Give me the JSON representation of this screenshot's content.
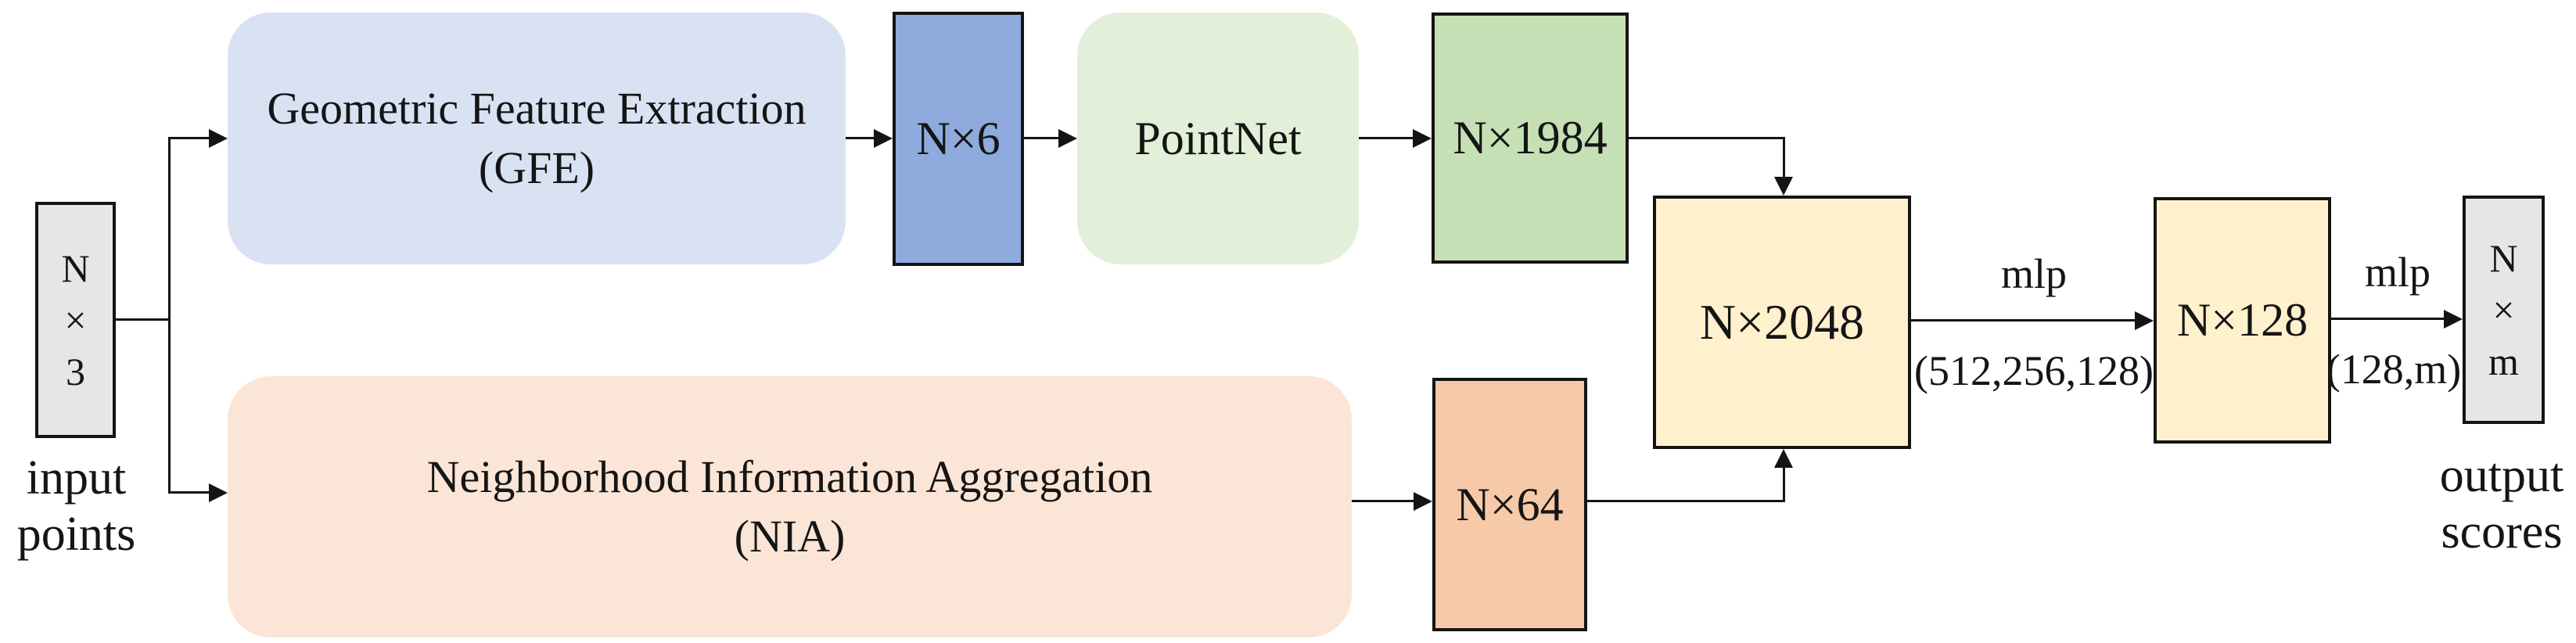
{
  "figure": {
    "kind": "point-cloud network architecture flow diagram",
    "background": "#ffffff"
  },
  "colors": {
    "line": "#141414",
    "box_border": "#141414",
    "tensor_gray": "#e7e6e6",
    "gfe_light_blue": "#d9e2f3",
    "nx6_blue": "#8faadc",
    "pointnet_light_green": "#e2efd9",
    "nx1984_green": "#c5e0b4",
    "nia_light_peach": "#fbe5d6",
    "nx64_orange": "#f6c9a8",
    "fusion_yellow": "#fff1cd"
  },
  "nodes": {
    "input_tensor": {
      "lines": [
        "N",
        "×",
        "3"
      ]
    },
    "input_caption": {
      "line1": "input",
      "line2": "points"
    },
    "gfe": {
      "line1": "Geometric Feature Extraction",
      "line2": "(GFE)"
    },
    "nx6": {
      "label": "N×6"
    },
    "pointnet": {
      "label": "PointNet"
    },
    "nx1984": {
      "label": "N×1984"
    },
    "nia": {
      "line1": "Neighborhood Information Aggregation",
      "line2": "(NIA)"
    },
    "nx64": {
      "label": "N×64"
    },
    "nx2048": {
      "label": "N×2048"
    },
    "nx128": {
      "label": "N×128"
    },
    "output_tensor": {
      "lines": [
        "N",
        "×",
        "m"
      ]
    },
    "output_caption": {
      "line1": "output",
      "line2": "scores"
    }
  },
  "edges": {
    "mlp1": {
      "label": "mlp",
      "params": "(512,256,128)"
    },
    "mlp2": {
      "label": "mlp",
      "params": "(128,m)"
    }
  }
}
